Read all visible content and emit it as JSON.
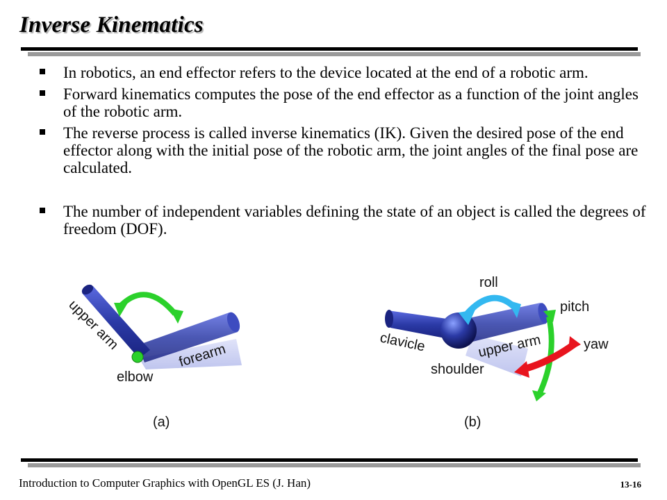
{
  "slide": {
    "title": "Inverse Kinematics",
    "bullets": [
      "In robotics, an end effector refers to the device located at the end of a robotic arm.",
      "Forward kinematics computes the pose of the end effector as a function of the joint angles of the robotic arm.",
      "The reverse process is called inverse kinematics (IK). Given the desired pose of the end effector along with the initial pose of the robotic arm, the joint angles of the final pose are calculated.",
      "The number of independent variables defining the state of an object is called the degrees of freedom (DOF)."
    ],
    "figure_a": {
      "labels": {
        "upper_arm": "upper arm",
        "forearm": "forearm",
        "elbow": "elbow"
      },
      "caption": "(a)"
    },
    "figure_b": {
      "labels": {
        "roll": "roll",
        "pitch": "pitch",
        "yaw": "yaw",
        "clavicle": "clavicle",
        "upper_arm": "upper arm",
        "shoulder": "shoulder"
      },
      "caption": "(b)"
    },
    "footer": "Introduction to Computer Graphics with OpenGL ES (J. Han)",
    "page_number": "13-16",
    "colors": {
      "arm_blue": "#2b3aa6",
      "arm_light": "#8a95e0",
      "arrow_green": "#2bd12b",
      "arrow_red": "#e8141e",
      "arrow_cyan": "#33b8f0"
    }
  }
}
